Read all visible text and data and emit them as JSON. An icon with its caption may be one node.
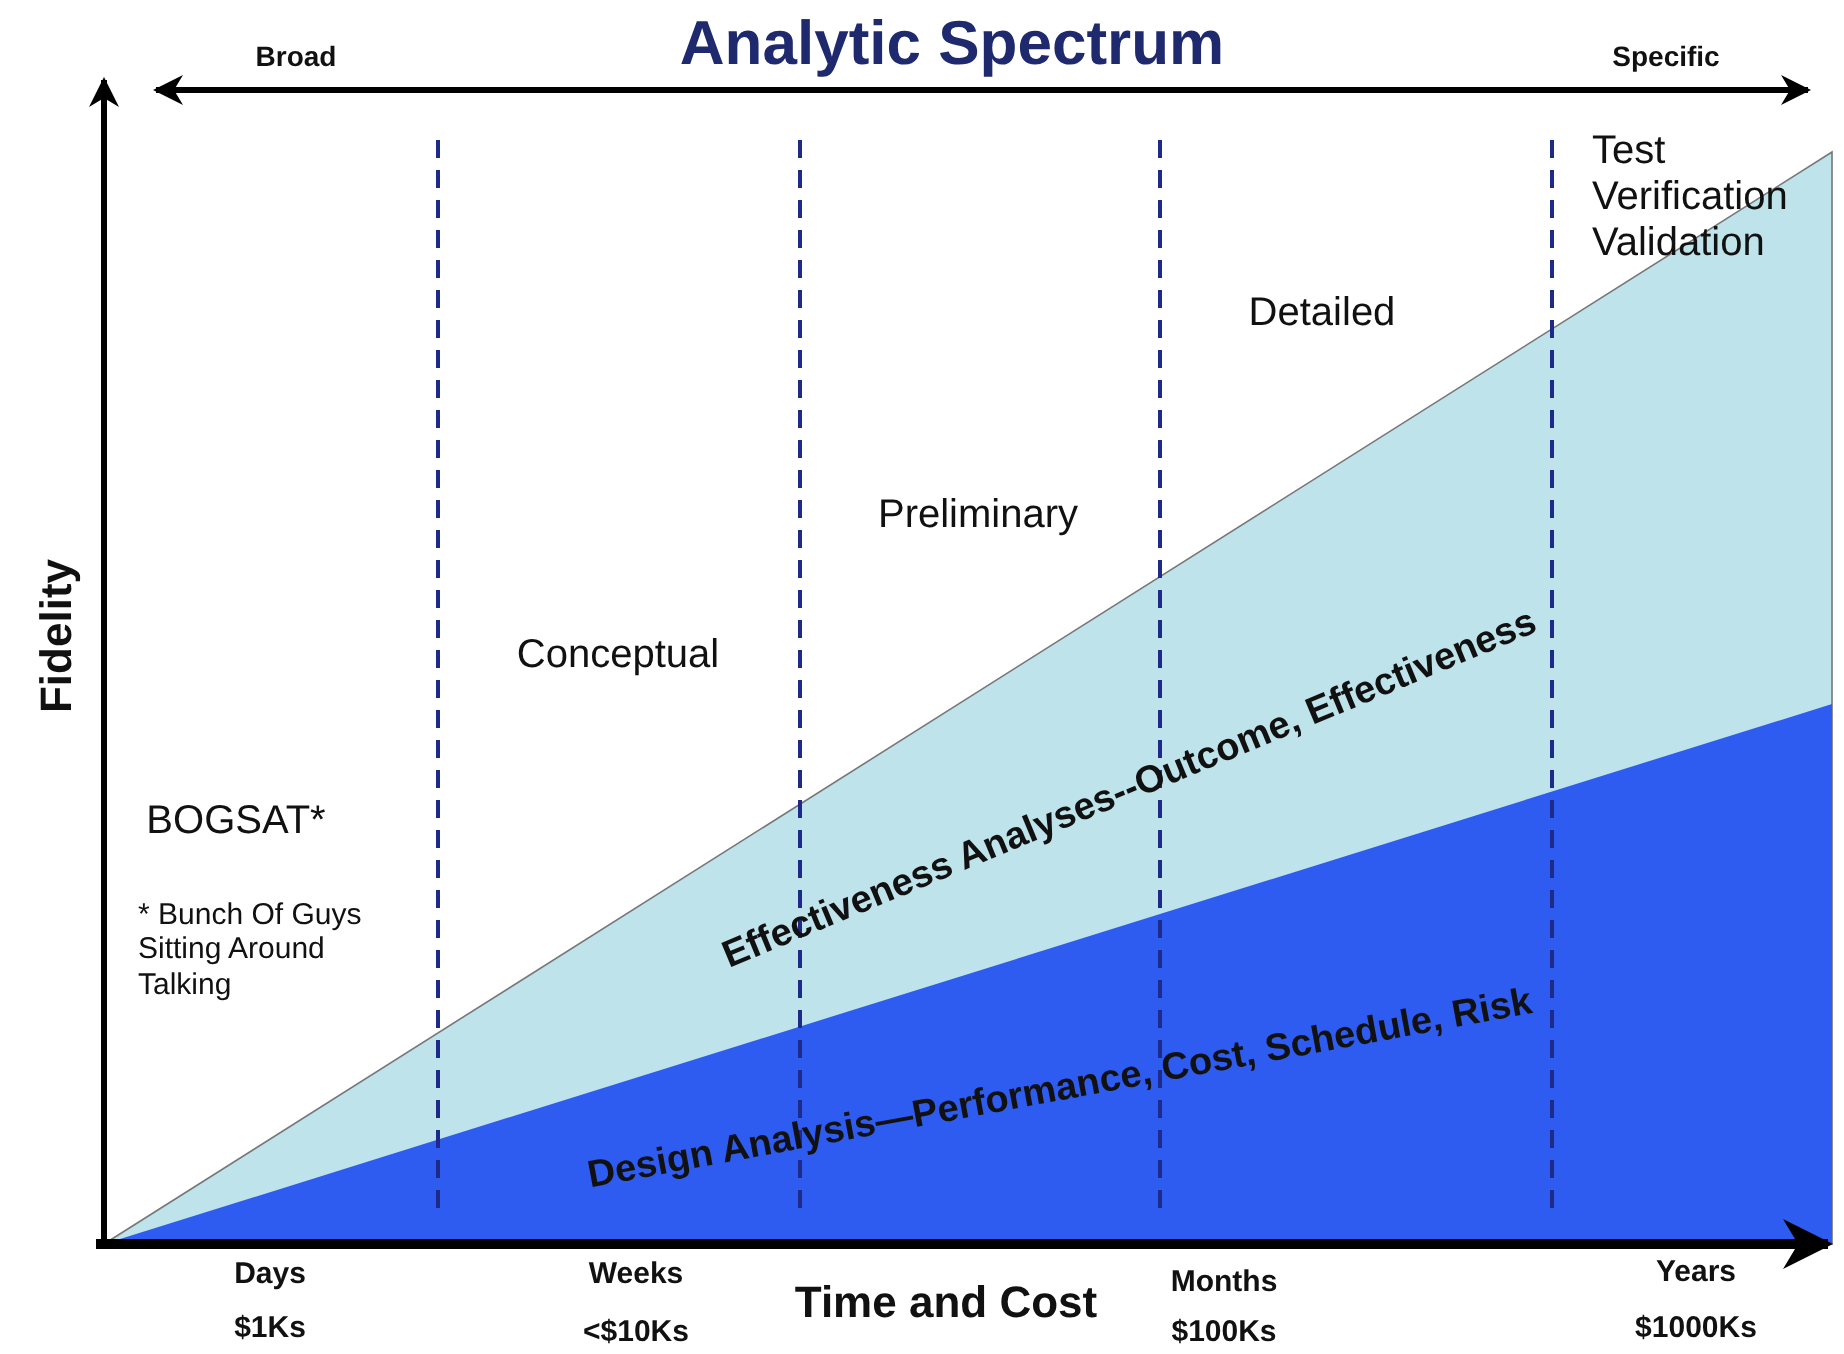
{
  "diagram": {
    "title": "Analytic Spectrum",
    "labels": [
      "Broad",
      "Specific",
      "Test Verification Validation",
      "Detailed",
      "Preliminary",
      "Conceptual",
      "BOGSAT*",
      "* Bunch Of Guys Sitting Around Talking",
      "Effectiveness Analyses--Outcome, Effectiveness",
      "Design Analysis—Performance, Cost, Schedule, Risk",
      "Fidelity",
      "Days",
      "$1Ks",
      "Weeks",
      "<$10Ks",
      "Time and Cost",
      "Months",
      "$100Ks",
      "Years",
      "$1000Ks"
    ]
  }
}
